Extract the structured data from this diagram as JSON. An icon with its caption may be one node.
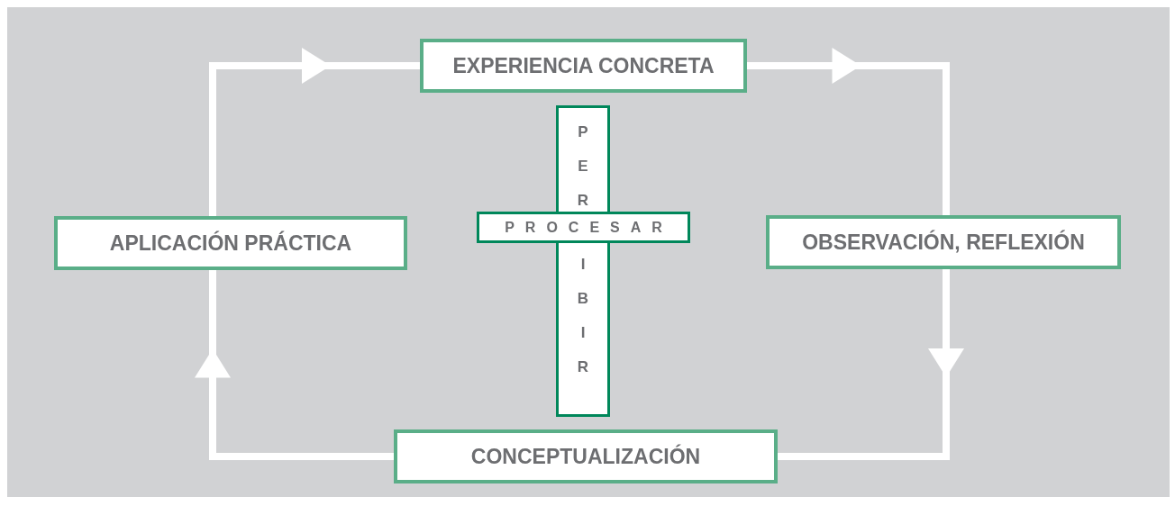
{
  "diagram": {
    "nodes": [
      {
        "text": [
          "EXPERIENCIA CONCRETA"
        ]
      },
      {
        "text": [
          "OBSERVACIÓN, REFLEXIÓN"
        ]
      },
      {
        "text": [
          "CONCEPTUALIZACIÓN"
        ]
      },
      {
        "text": [
          "APLICACIÓN PRÁCTICA"
        ]
      },
      {
        "text": [
          "PER",
          "IBIR"
        ]
      },
      {
        "text": [
          "PROCESAR"
        ]
      }
    ],
    "edges": [
      {
        "from": 0,
        "to": 1,
        "arrow": "to"
      },
      {
        "from": 1,
        "to": 2,
        "arrow": "to"
      },
      {
        "from": 2,
        "to": 3,
        "arrow": "to"
      },
      {
        "from": 3,
        "to": 0,
        "arrow": "to"
      }
    ]
  }
}
